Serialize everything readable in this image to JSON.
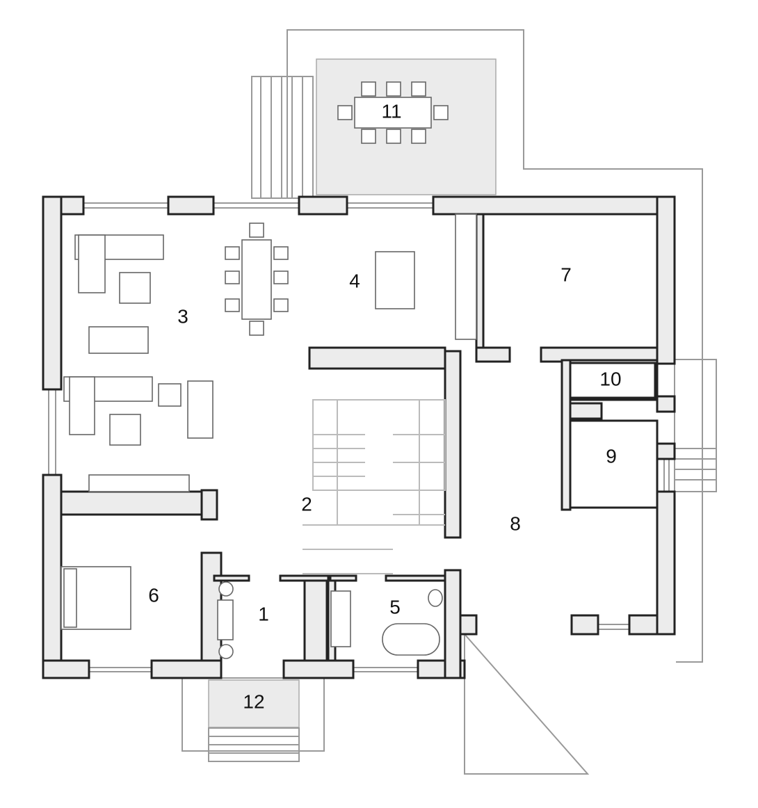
{
  "title": "Floor plan",
  "rooms": [
    {
      "id": "1",
      "label": "1"
    },
    {
      "id": "2",
      "label": "2"
    },
    {
      "id": "3",
      "label": "3"
    },
    {
      "id": "4",
      "label": "4"
    },
    {
      "id": "5",
      "label": "5"
    },
    {
      "id": "6",
      "label": "6"
    },
    {
      "id": "7",
      "label": "7"
    },
    {
      "id": "8",
      "label": "8"
    },
    {
      "id": "9",
      "label": "9"
    },
    {
      "id": "10",
      "label": "10"
    },
    {
      "id": "11",
      "label": "11"
    },
    {
      "id": "12",
      "label": "12"
    }
  ]
}
